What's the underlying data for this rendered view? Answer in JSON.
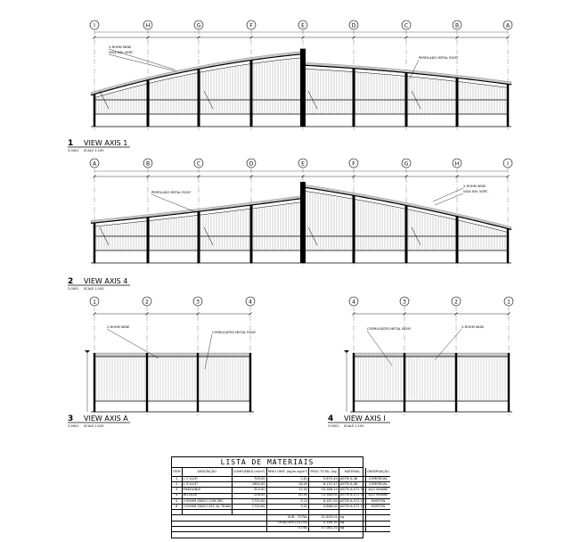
{
  "views": [
    {
      "number": "1",
      "title": "VIEW AXIS 1",
      "sheet": "3-0001",
      "scale": "SCALE 1:100",
      "axes": [
        "I",
        "H",
        "G",
        "F",
        "E",
        "D",
        "C",
        "B",
        "A"
      ],
      "notes": [
        "2-ROHM WIDE",
        "VIGA NIV. VERT.",
        "PERFILADO METAL ROOF"
      ]
    },
    {
      "number": "2",
      "title": "VIEW AXIS 4",
      "sheet": "3-0001",
      "scale": "SCALE 1:100",
      "axes": [
        "A",
        "B",
        "C",
        "D",
        "E",
        "F",
        "G",
        "H",
        "I"
      ],
      "notes": [
        "PERFILADO METAL ROOF",
        "2-ROHM WIDE",
        "VIGA NIV. VERT."
      ]
    },
    {
      "number": "3",
      "title": "VIEW AXIS A",
      "sheet": "3-0001",
      "scale": "SCALE 1:100",
      "axes": [
        "1",
        "2",
        "3",
        "4"
      ],
      "notes": [
        "2-ROHM WIDE",
        "CORRUGATED METAL ROOF"
      ]
    },
    {
      "number": "4",
      "title": "VIEW AXIS I",
      "sheet": "3-0001",
      "scale": "SCALE 1:100",
      "axes": [
        "4",
        "3",
        "2",
        "1"
      ],
      "notes": [
        "CORRUGATED METAL ROOF",
        "2-ROHM WIDE"
      ]
    }
  ],
  "materials": {
    "title": "LISTA DE MATERIAIS",
    "headers": [
      "ITEM",
      "DESCRIÇÃO",
      "COMP./ÁREA (m/m²)",
      "PESO UNIT. (kg/m-kg/m²)",
      "PESO TOTAL (kg)",
      "MATERIAL",
      "OBSERVAÇÃO"
    ],
    "rows": [
      [
        "1",
        "L 1\"x1/4\"",
        "700.00",
        "0.81",
        "5.670,40",
        "ASTM A-36",
        "COMERCIAL"
      ],
      [
        "2",
        "L 3\"x1/4\"",
        "1600.00",
        "18.00",
        "8.137,47",
        "ASTM A-36",
        "COMERCIAL"
      ],
      [
        "3",
        "ENDGABLE",
        "320.00",
        "15.00",
        "33.386,14",
        "ASTM A-572 50",
        "AÇO MANNE"
      ],
      [
        "4",
        "W12X26",
        "226.00",
        "40.00",
        "13.384,00",
        "ASTM A-572 50",
        "AÇO MANNE"
      ],
      [
        "5",
        "2-ROHM ZINCO COM SRC",
        "1720.00",
        "5.10",
        "6.187,00",
        "ASTM A-572 10",
        "HORTON"
      ],
      [
        "6",
        "2-ROHM ZINCO SEC AL TRIAN",
        "1720.00",
        "3.00",
        "4.868,00",
        "ASTM A-572 10",
        "HORTON"
      ]
    ],
    "totals": [
      [
        "SUB - TOTAL",
        "51.893,01",
        "kg"
      ],
      [
        "LIGAÇÕES (10,0%)",
        "5.189,30",
        "kg"
      ],
      [
        "TOTAL",
        "57.082,31",
        "kg"
      ]
    ]
  }
}
